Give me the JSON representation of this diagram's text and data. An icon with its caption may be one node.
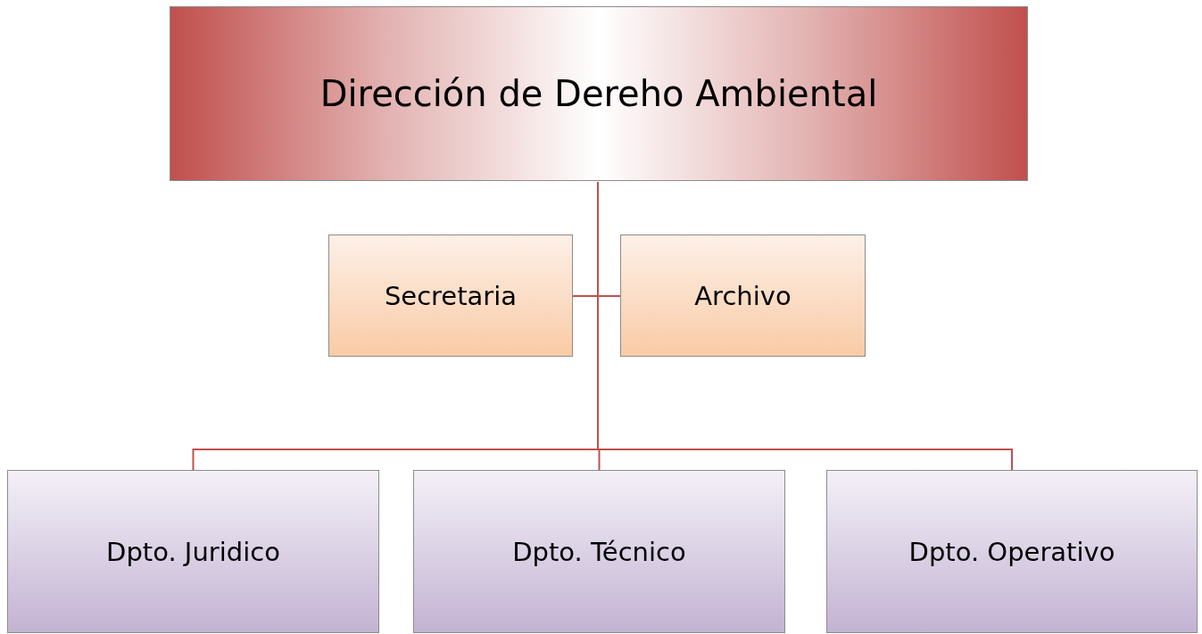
{
  "diagram": {
    "nodes": [
      {
        "text": [
          "Dirección de Dereho Ambiental"
        ]
      },
      {
        "text": [
          "Secretaria"
        ]
      },
      {
        "text": [
          "Archivo"
        ]
      },
      {
        "text": [
          "Dpto. Juridico"
        ]
      },
      {
        "text": [
          "Dpto. Técnico"
        ]
      },
      {
        "text": [
          "Dpto. Operativo"
        ]
      }
    ],
    "edges": [
      {
        "from": 0,
        "to": 1,
        "arrow": "none"
      },
      {
        "from": 0,
        "to": 2,
        "arrow": "none"
      },
      {
        "from": 0,
        "to": 3,
        "arrow": "none"
      },
      {
        "from": 0,
        "to": 4,
        "arrow": "none"
      },
      {
        "from": 0,
        "to": 5,
        "arrow": "none"
      }
    ]
  }
}
